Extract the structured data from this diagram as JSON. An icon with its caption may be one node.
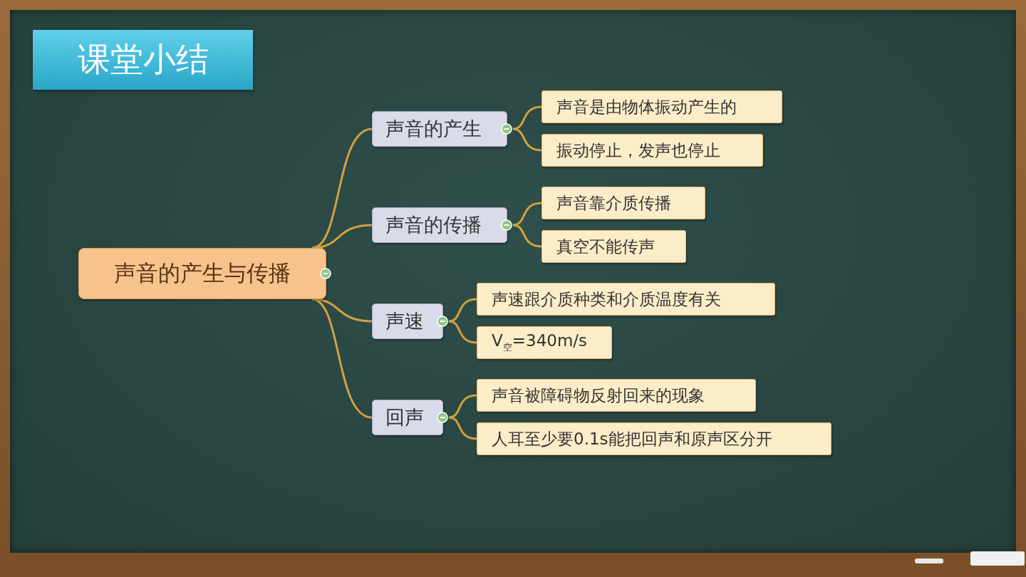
{
  "diagram": {
    "title": "课堂小结",
    "nodes": [
      {
        "text": [
          "声音的产生与传播"
        ]
      },
      {
        "text": [
          "声音的产生"
        ]
      },
      {
        "text": [
          "声音是由物体振动产生的"
        ]
      },
      {
        "text": [
          "振动停止，发声也停止"
        ]
      },
      {
        "text": [
          "声音的传播"
        ]
      },
      {
        "text": [
          "声音靠介质传播"
        ]
      },
      {
        "text": [
          "真空不能传声"
        ]
      },
      {
        "text": [
          "声速"
        ]
      },
      {
        "text": [
          "声速跟介质种类和介质温度有关"
        ]
      },
      {
        "text": [
          "V$_{空}$=340m/s"
        ]
      },
      {
        "text": [
          "回声"
        ]
      },
      {
        "text": [
          "声音被障碍物反射回来的现象"
        ]
      },
      {
        "text": [
          "人耳至少要0.1s能把回声和原声区分开"
        ]
      }
    ],
    "edges": [
      {
        "from": 0,
        "to": 1,
        "arrow": "none"
      },
      {
        "from": 0,
        "to": 4,
        "arrow": "none"
      },
      {
        "from": 0,
        "to": 7,
        "arrow": "none"
      },
      {
        "from": 0,
        "to": 10,
        "arrow": "none"
      },
      {
        "from": 1,
        "to": 2,
        "arrow": "none"
      },
      {
        "from": 1,
        "to": 3,
        "arrow": "none"
      },
      {
        "from": 4,
        "to": 5,
        "arrow": "none"
      },
      {
        "from": 4,
        "to": 6,
        "arrow": "none"
      },
      {
        "from": 7,
        "to": 8,
        "arrow": "none"
      },
      {
        "from": 7,
        "to": 9,
        "arrow": "none"
      },
      {
        "from": 10,
        "to": 11,
        "arrow": "none"
      },
      {
        "from": 10,
        "to": 12,
        "arrow": "none"
      }
    ]
  }
}
